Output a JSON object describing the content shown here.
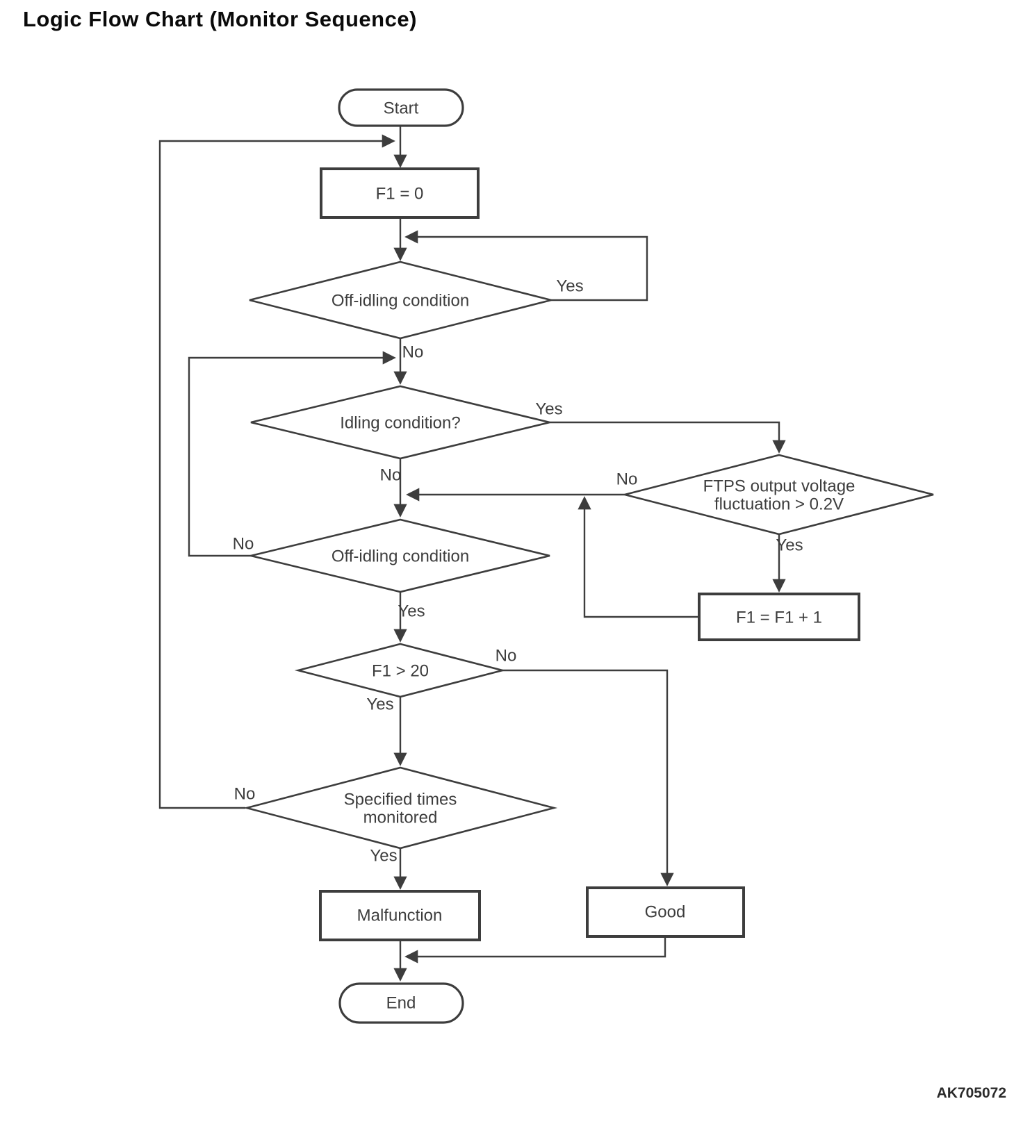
{
  "title": "Logic Flow Chart (Monitor Sequence)",
  "figure_code": "AK705072",
  "colors": {
    "background": "#ffffff",
    "line": "#3d3d3d",
    "text": "#3d3d3d",
    "title": "#0a0a0a"
  },
  "nodes": {
    "start": {
      "type": "terminator",
      "label": "Start"
    },
    "init_f1": {
      "type": "process",
      "label": "F1 = 0"
    },
    "off_idling_check_1": {
      "type": "decision",
      "label": "Off-idling condition"
    },
    "idling_check": {
      "type": "decision",
      "label": "Idling condition?"
    },
    "ftps_check": {
      "type": "decision",
      "label_line1": "FTPS output voltage",
      "label_line2": "fluctuation > 0.2V"
    },
    "increment_f1": {
      "type": "process",
      "label": "F1 = F1 + 1"
    },
    "off_idling_check_2": {
      "type": "decision",
      "label": "Off-idling condition"
    },
    "f1_threshold_check": {
      "type": "decision",
      "label": "F1 > 20"
    },
    "specified_times_check": {
      "type": "decision",
      "label_line1": "Specified times",
      "label_line2": "monitored"
    },
    "malfunction": {
      "type": "process",
      "label": "Malfunction"
    },
    "good": {
      "type": "process",
      "label": "Good"
    },
    "end": {
      "type": "terminator",
      "label": "End"
    }
  },
  "edge_labels": {
    "off_idling_1_yes": "Yes",
    "off_idling_1_no": "No",
    "idling_yes": "Yes",
    "idling_no": "No",
    "ftps_no": "No",
    "ftps_yes": "Yes",
    "off_idling_2_no": "No",
    "off_idling_2_yes": "Yes",
    "f1_threshold_no": "No",
    "f1_threshold_yes": "Yes",
    "specified_no": "No",
    "specified_yes": "Yes"
  },
  "flow": [
    {
      "from": "start",
      "to": "init_f1",
      "label": ""
    },
    {
      "from": "init_f1",
      "to": "off_idling_check_1",
      "label": ""
    },
    {
      "from": "off_idling_check_1",
      "to": "off_idling_check_1",
      "label": "Yes"
    },
    {
      "from": "off_idling_check_1",
      "to": "idling_check",
      "label": "No"
    },
    {
      "from": "idling_check",
      "to": "ftps_check",
      "label": "Yes"
    },
    {
      "from": "idling_check",
      "to": "off_idling_check_2",
      "label": "No"
    },
    {
      "from": "ftps_check",
      "to": "off_idling_check_2",
      "label": "No"
    },
    {
      "from": "ftps_check",
      "to": "increment_f1",
      "label": "Yes"
    },
    {
      "from": "increment_f1",
      "to": "off_idling_check_2",
      "label": ""
    },
    {
      "from": "off_idling_check_2",
      "to": "idling_check",
      "label": "No"
    },
    {
      "from": "off_idling_check_2",
      "to": "f1_threshold_check",
      "label": "Yes"
    },
    {
      "from": "f1_threshold_check",
      "to": "good",
      "label": "No"
    },
    {
      "from": "f1_threshold_check",
      "to": "specified_times_check",
      "label": "Yes"
    },
    {
      "from": "specified_times_check",
      "to": "init_f1",
      "label": "No"
    },
    {
      "from": "specified_times_check",
      "to": "malfunction",
      "label": "Yes"
    },
    {
      "from": "malfunction",
      "to": "end",
      "label": ""
    },
    {
      "from": "good",
      "to": "end",
      "label": ""
    }
  ]
}
